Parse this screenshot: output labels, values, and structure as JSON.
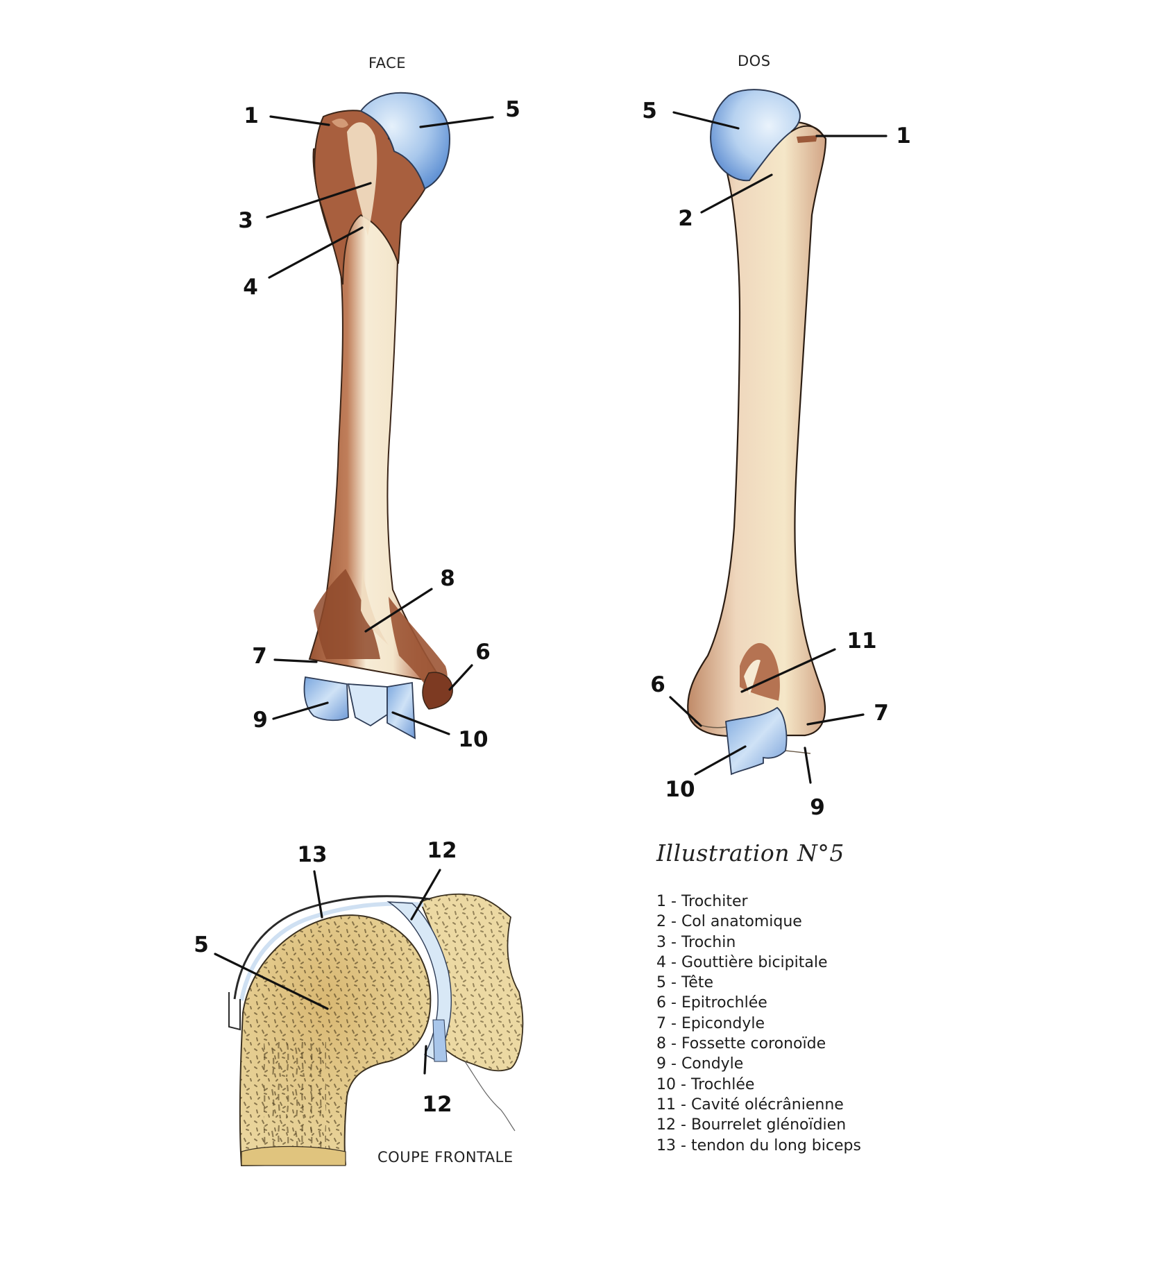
{
  "illustration": {
    "title": "Illustration N°5",
    "views": {
      "face": "FACE",
      "dos": "DOS",
      "section": "COUPE FRONTALE"
    }
  },
  "legend": {
    "items": [
      {
        "number": "1",
        "label": "Trochiter"
      },
      {
        "number": "2",
        "label": "Col anatomique"
      },
      {
        "number": "3",
        "label": "Trochin"
      },
      {
        "number": "4",
        "label": "Gouttière bicipitale"
      },
      {
        "number": "5",
        "label": "Tête"
      },
      {
        "number": "6",
        "label": "Epitrochlée"
      },
      {
        "number": "7",
        "label": "Epicondyle"
      },
      {
        "number": "8",
        "label": "Fossette coronoïde"
      },
      {
        "number": "9",
        "label": "Condyle"
      },
      {
        "number": "10",
        "label": "Trochlée"
      },
      {
        "number": "11",
        "label": "Cavité olécrânienne"
      },
      {
        "number": "12",
        "label": "Bourrelet glénoïdien"
      },
      {
        "number": "13",
        "label": "tendon du long biceps"
      }
    ]
  },
  "callouts": {
    "face": [
      "1",
      "5",
      "3",
      "4",
      "8",
      "7",
      "6",
      "9",
      "10"
    ],
    "dos": [
      "5",
      "1",
      "2",
      "11",
      "6",
      "7",
      "10",
      "9"
    ],
    "section": [
      "13",
      "12",
      "5",
      "12"
    ]
  },
  "colors": {
    "bone_light": "#f3e3c6",
    "bone_mid": "#c98e68",
    "bone_dark": "#8e4a2c",
    "cartilage": "#9ec0e8",
    "cartilage_dark": "#5f8fd0",
    "cancellous": "#e2cc8c",
    "ink": "#1a1a1a"
  }
}
